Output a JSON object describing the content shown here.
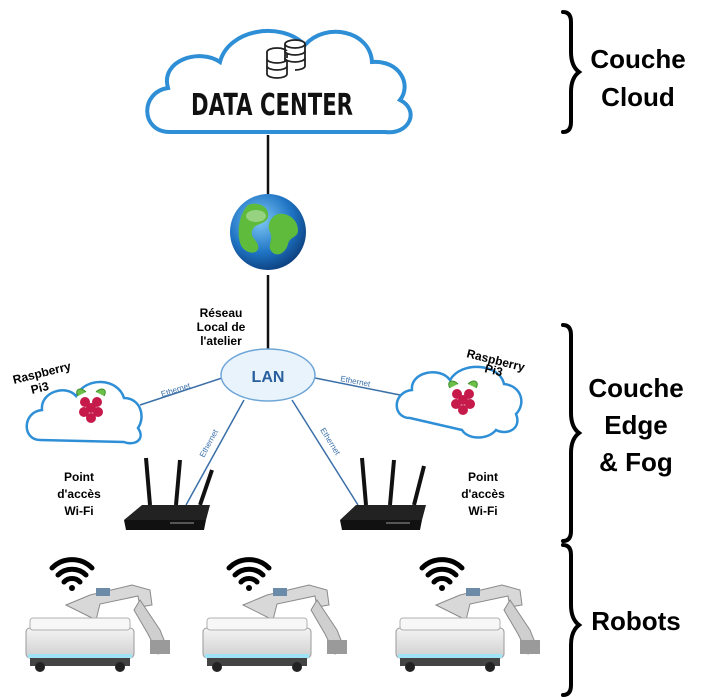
{
  "cloud": {
    "title": "DATA CENTER",
    "icon": "database-icon"
  },
  "network": {
    "lan_label": "LAN",
    "local_network_label": [
      "Réseau",
      "Local de",
      "l'atelier"
    ],
    "ethernet_label": "Ethernet"
  },
  "edge": {
    "raspberry_left": [
      "Raspberry",
      "Pi3"
    ],
    "raspberry_right": [
      "Raspberry",
      "Pi3"
    ],
    "access_point_left": [
      "Point",
      "d'accès",
      "Wi-Fi"
    ],
    "access_point_right": [
      "Point",
      "d'accès",
      "Wi-Fi"
    ]
  },
  "layers": {
    "cloud": [
      "Couche",
      "Cloud"
    ],
    "edge_fog": [
      "Couche",
      "Edge",
      "& Fog"
    ],
    "robots": [
      "Robots"
    ]
  },
  "colors": {
    "cloud_stroke": "#2f8fd6",
    "lan_fill": "#e9f3fb",
    "link_color": "#3a6fa8",
    "raspberry_red": "#c51a4a",
    "leaf_green": "#6cc04a"
  }
}
